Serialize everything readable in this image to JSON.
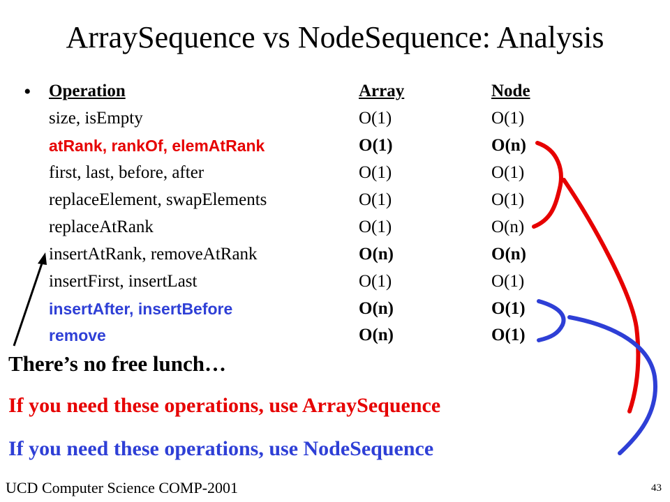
{
  "slide": {
    "title": "ArraySequence vs NodeSequence: Analysis",
    "bullet": "•",
    "table": {
      "header": {
        "operation": "Operation",
        "array": "Array",
        "node": "Node"
      },
      "rows": [
        {
          "operation": "size, isEmpty",
          "array": "O(1)",
          "node": "O(1)"
        },
        {
          "operation": "atRank, rankOf, elemAtRank",
          "array": "O(1)",
          "node": "O(n)"
        },
        {
          "operation": "first, last, before, after",
          "array": "O(1)",
          "node": "O(1)"
        },
        {
          "operation": "replaceElement, swapElements",
          "array": "O(1)",
          "node": "O(1)"
        },
        {
          "operation": "replaceAtRank",
          "array": "O(1)",
          "node": "O(n)"
        },
        {
          "operation": "insertAtRank, removeAtRank",
          "array": "O(n)",
          "node": "O(n)"
        },
        {
          "operation": "insertFirst, insertLast",
          "array": "O(1)",
          "node": "O(1)"
        },
        {
          "operation": "insertAfter, insertBefore",
          "array": "O(n)",
          "node": "O(1)"
        },
        {
          "operation": "remove",
          "array": "O(n)",
          "node": "O(1)"
        }
      ]
    },
    "messages": {
      "free_lunch": "There’s no free lunch…",
      "array_advice": "If you need these operations, use ArraySequence",
      "node_advice": "If you need these operations, use NodeSequence"
    },
    "footer": "UCD Computer Science COMP-2001",
    "page_number": "43",
    "colors": {
      "red": "#e60000",
      "blue": "#2e3fd6",
      "text": "#000000"
    }
  }
}
